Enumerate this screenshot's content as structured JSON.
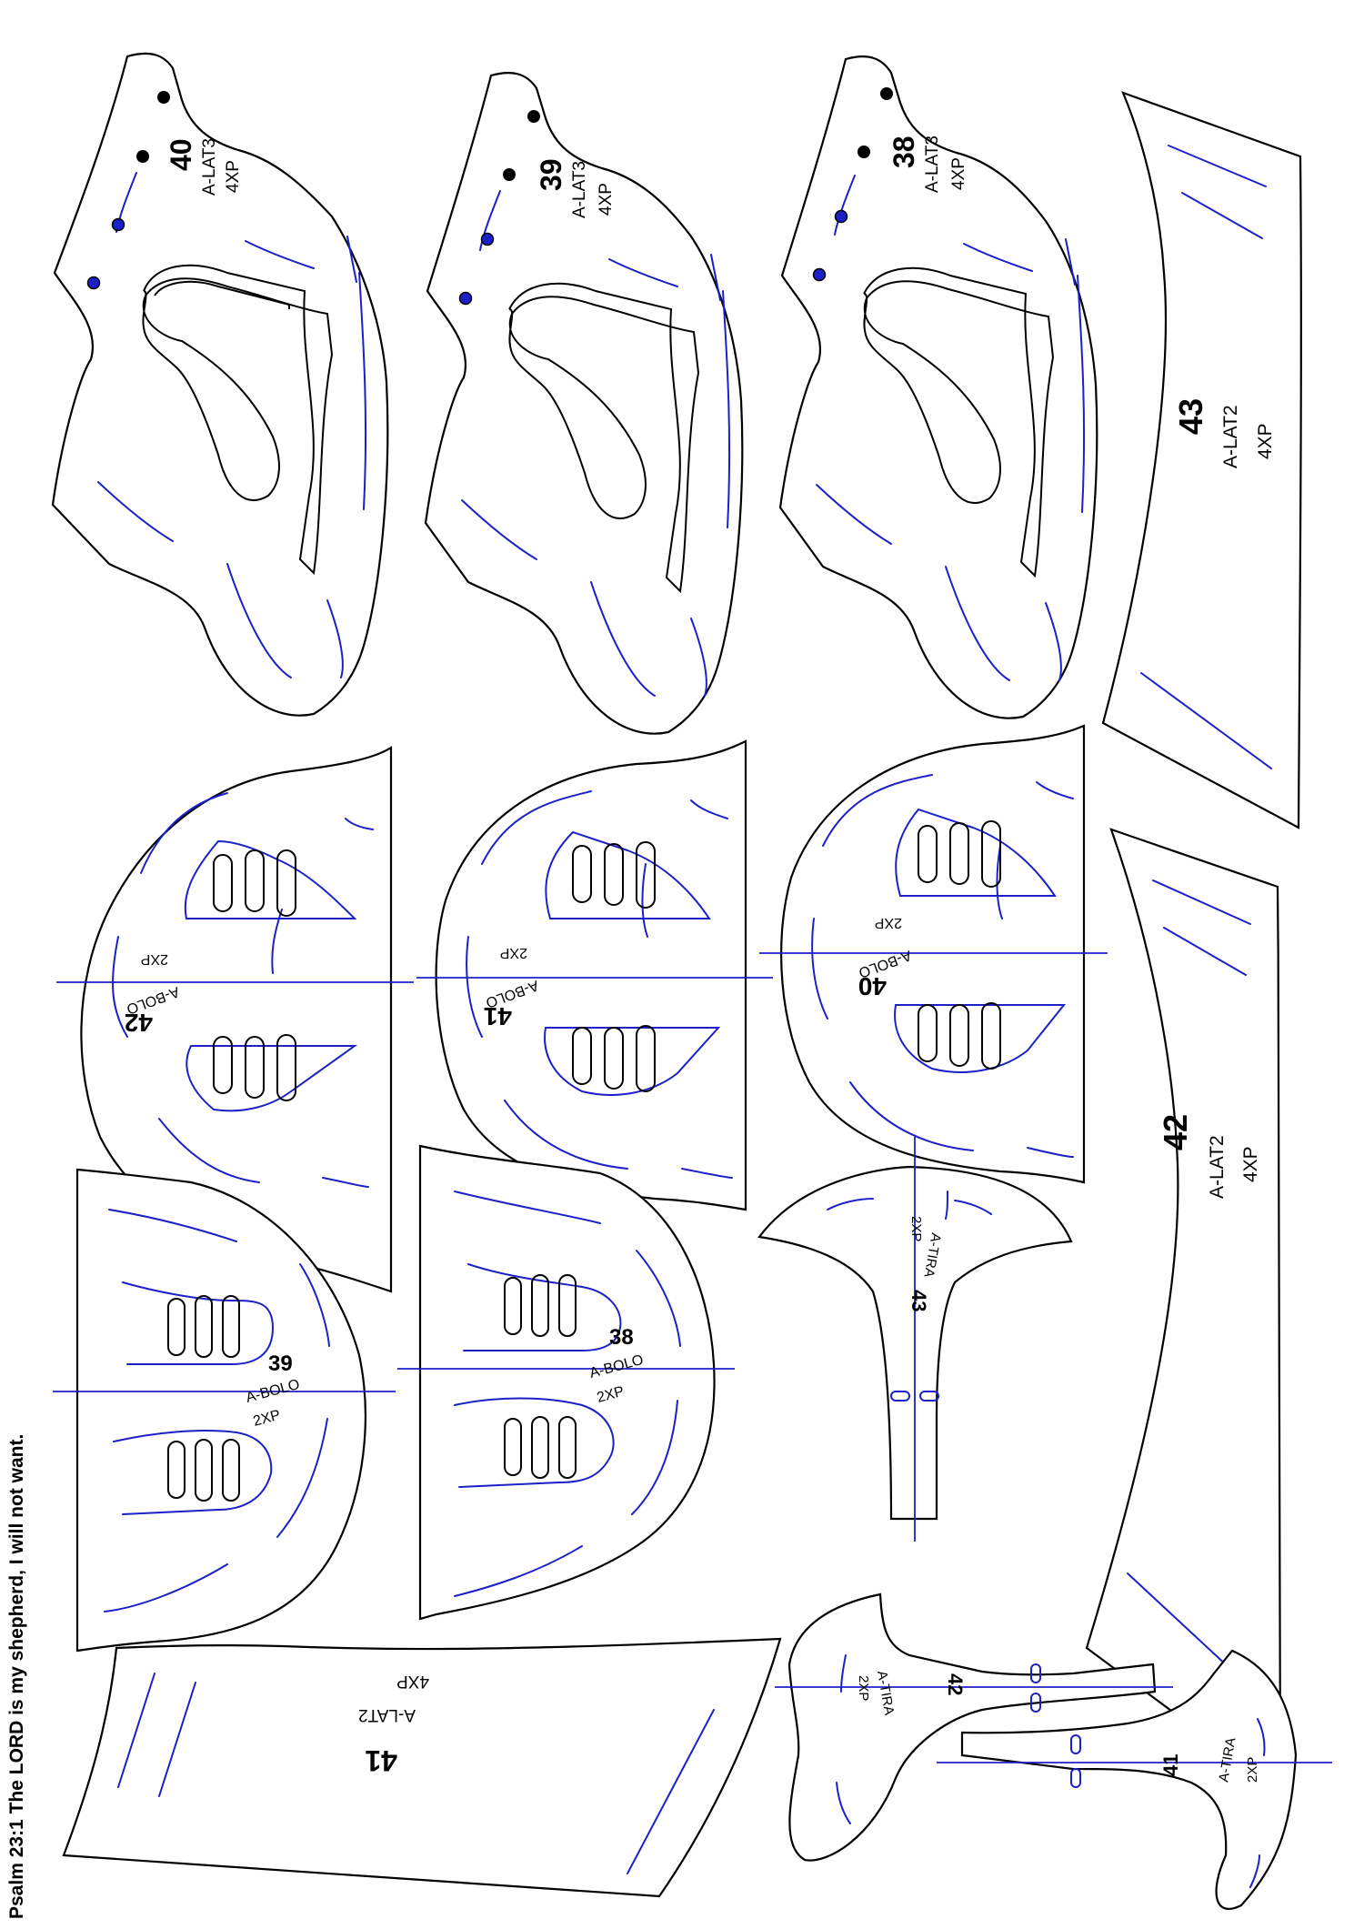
{
  "verse": "Psalm 23:1 The LORD is my shepherd, I will not want.",
  "colors": {
    "outline": "#000000",
    "guide": "#1c20c8",
    "background": "#ffffff"
  },
  "pieces": [
    {
      "number": "40",
      "name": "A-LAT3",
      "qty": "4XP"
    },
    {
      "number": "39",
      "name": "A-LAT3",
      "qty": "4XP"
    },
    {
      "number": "38",
      "name": "A-LAT3",
      "qty": "4XP"
    },
    {
      "number": "43",
      "name": "A-LAT2",
      "qty": "4XP"
    },
    {
      "number": "42",
      "name": "A-BOLO",
      "qty": "2XP"
    },
    {
      "number": "41",
      "name": "A-BOLO",
      "qty": "2XP"
    },
    {
      "number": "40",
      "name": "A-BOLO",
      "qty": "2XP"
    },
    {
      "number": "42",
      "name": "A-LAT2",
      "qty": "4XP"
    },
    {
      "number": "39",
      "name": "A-BOLO",
      "qty": "2XP"
    },
    {
      "number": "38",
      "name": "A-BOLO",
      "qty": "2XP"
    },
    {
      "number": "43",
      "name": "A-TIRA",
      "qty": "2XP"
    },
    {
      "number": "41",
      "name": "A-LAT2",
      "qty": "4XP"
    },
    {
      "number": "42",
      "name": "A-TIRA",
      "qty": "2XP"
    },
    {
      "number": "41",
      "name": "A-TIRA",
      "qty": "2XP"
    }
  ]
}
